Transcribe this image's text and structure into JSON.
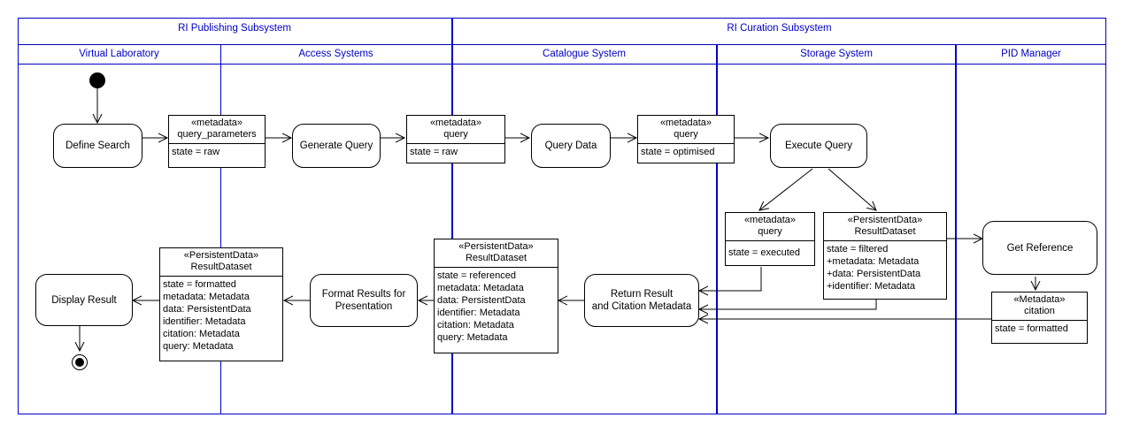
{
  "subsystems": {
    "publishing": "RI Publishing Subsystem",
    "curation": "RI Curation Subsystem"
  },
  "lanes": {
    "virtual_lab": "Virtual Laboratory",
    "access": "Access Systems",
    "catalogue": "Catalogue System",
    "storage": "Storage System",
    "pid": "PID Manager"
  },
  "actions": {
    "define_search": "Define Search",
    "generate_query": "Generate Query",
    "query_data": "Query Data",
    "execute_query": "Execute Query",
    "get_reference": "Get Reference",
    "return_result": "Return Result\nand Citation Metadata",
    "format_results": "Format Results for\nPresentation",
    "display_result": "Display Result"
  },
  "objects": {
    "query_parameters": {
      "stereotype": "«metadata»",
      "name": "query_parameters",
      "attrs": [
        "state = raw"
      ]
    },
    "query_raw": {
      "stereotype": "«metadata»",
      "name": "query",
      "attrs": [
        "state = raw"
      ]
    },
    "query_optimised": {
      "stereotype": "«metadata»",
      "name": "query",
      "attrs": [
        "state = optimised"
      ]
    },
    "query_executed": {
      "stereotype": "«metadata»",
      "name": "query",
      "attrs": [
        "state = executed"
      ]
    },
    "result_filtered": {
      "stereotype": "«PersistentData»",
      "name": "ResultDataset",
      "attrs": [
        "state = filtered",
        "+metadata:  Metadata",
        "+data: PersistentData",
        "+identifier: Metadata"
      ]
    },
    "citation": {
      "stereotype": "«Metadata»",
      "name": "citation",
      "attrs": [
        "state = formatted"
      ]
    },
    "result_referenced": {
      "stereotype": "«PersistentData»",
      "name": "ResultDataset",
      "attrs": [
        "state = referenced",
        "metadata:  Metadata",
        "data: PersistentData",
        "identifier: Metadata",
        "citation: Metadata",
        "query: Metadata"
      ]
    },
    "result_formatted": {
      "stereotype": "«PersistentData»",
      "name": "ResultDataset",
      "attrs": [
        "state = formatted",
        "metadata:  Metadata",
        "data: PersistentData",
        "identifier: Metadata",
        "citation: Metadata",
        "query: Metadata"
      ]
    }
  }
}
